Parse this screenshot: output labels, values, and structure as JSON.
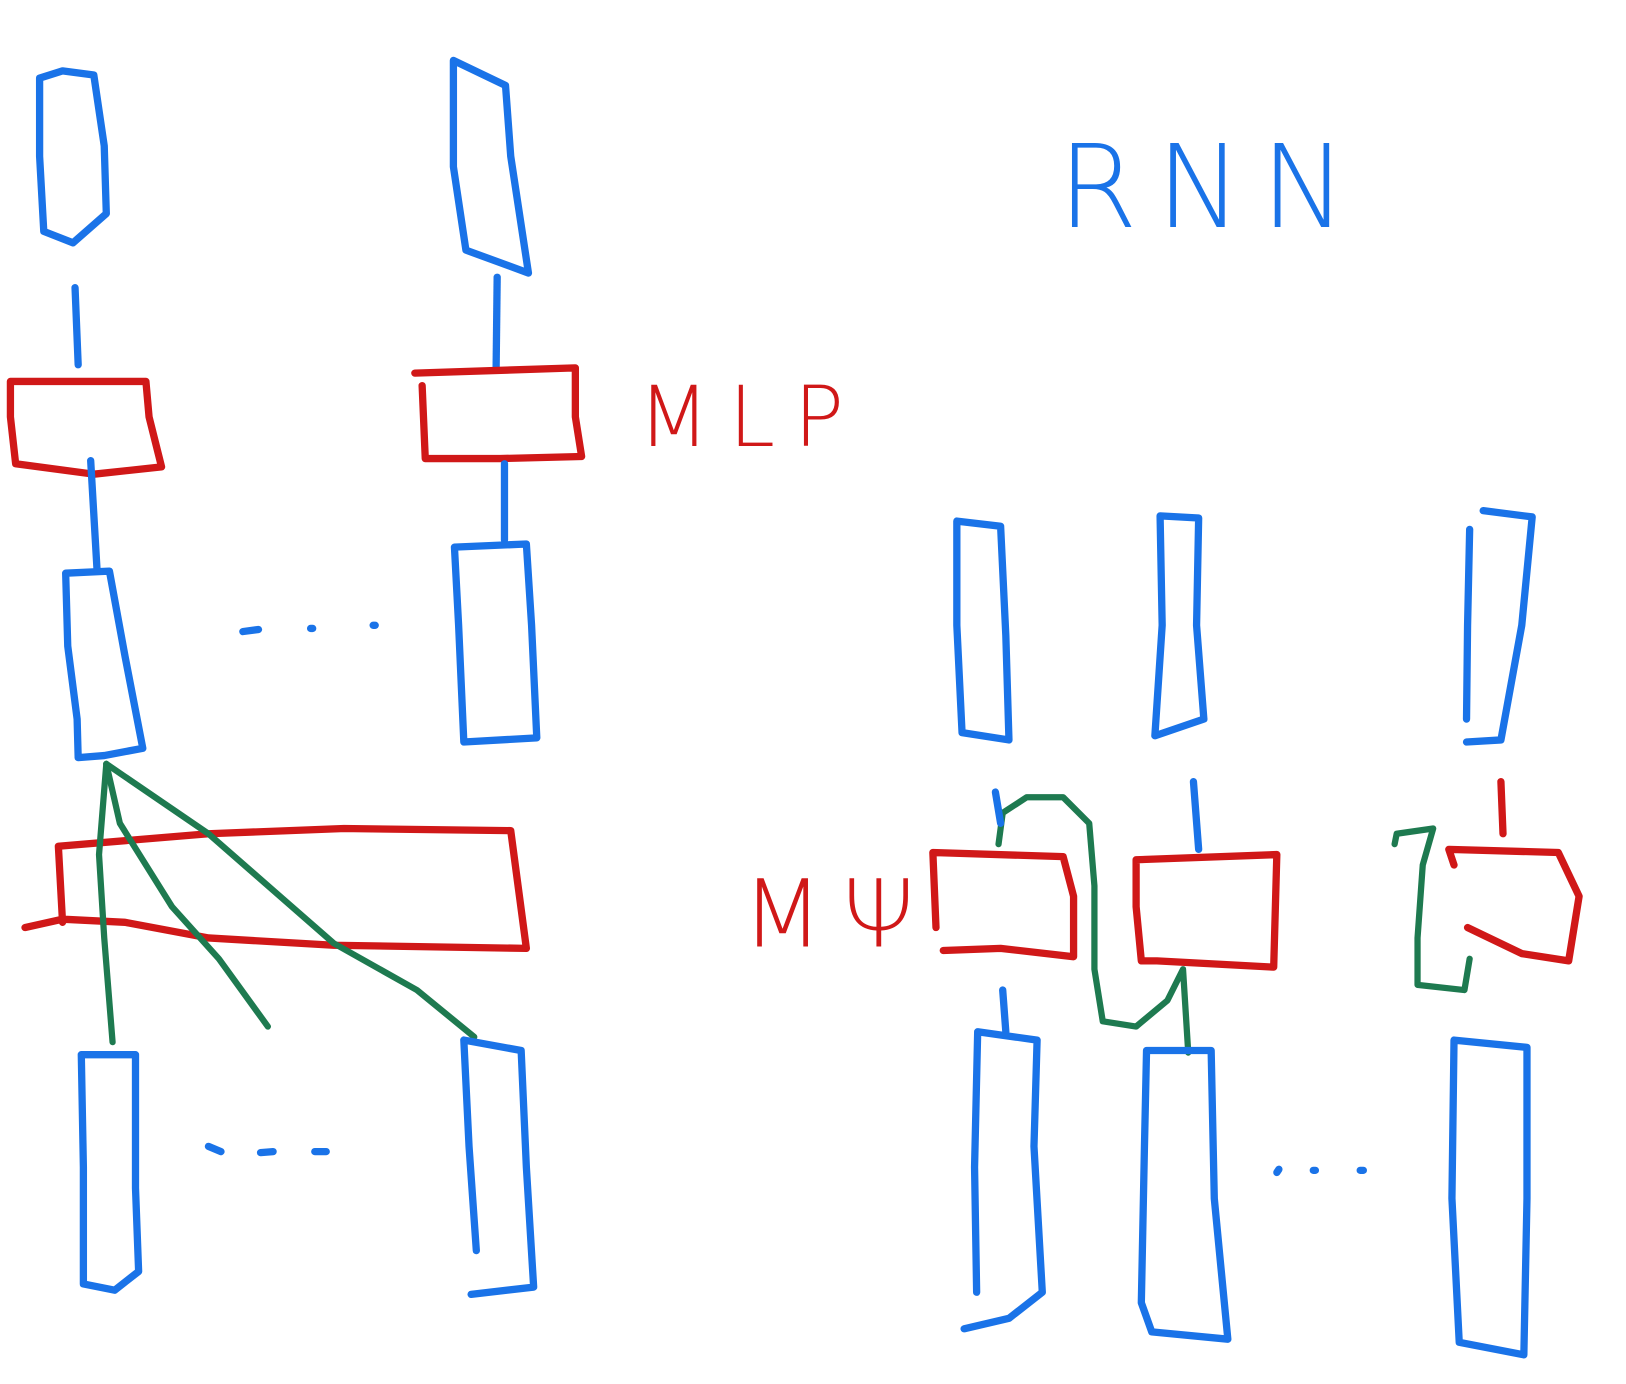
{
  "labels": {
    "rnn": "RNN",
    "mlp": "MLP",
    "mpsi": "MΨ"
  },
  "colors": {
    "vector": "#1a73e8",
    "layer": "#d01818",
    "connection": "#1e7a50"
  }
}
